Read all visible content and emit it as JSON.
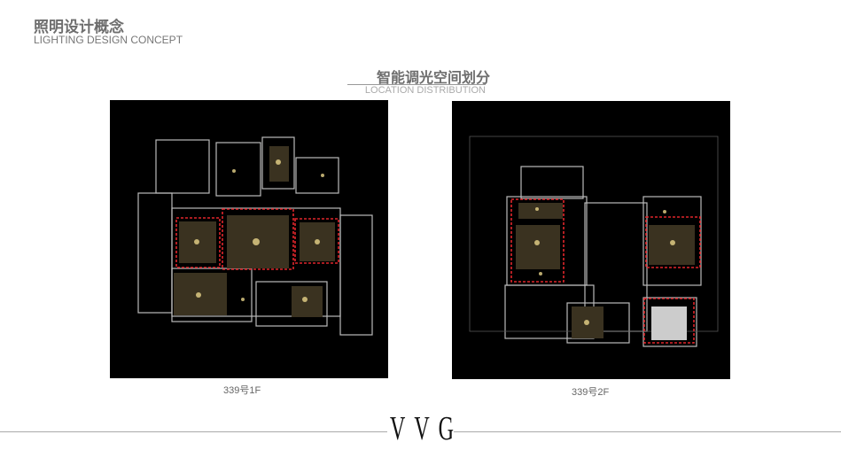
{
  "header": {
    "title_cn": "照明设计概念",
    "title_en": "LIGHTING DESIGN CONCEPT"
  },
  "section": {
    "title_cn": "智能调光空间划分",
    "title_en": "LOCATION DISTRIBUTION"
  },
  "plans": [
    {
      "caption": "339号1F"
    },
    {
      "caption": "339号2F"
    }
  ],
  "footer": {
    "logo": "VVG"
  },
  "colors": {
    "zone_outline": "#e0262b",
    "light": "#c9b46a",
    "plan_bg": "#000000"
  }
}
